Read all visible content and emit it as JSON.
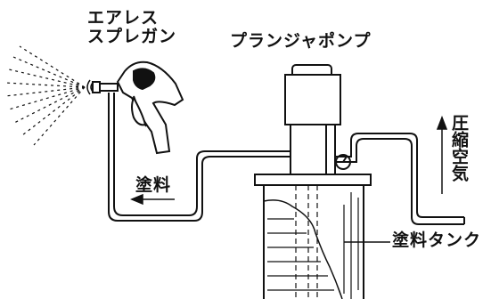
{
  "labels": {
    "spray_gun_line1": "エアレス",
    "spray_gun_line2": "スプレガン",
    "pump": "プランジャポンプ",
    "compressed_air": "圧縮空気",
    "paint_flow": "塗料",
    "paint_tank": "塗料タンク"
  },
  "colors": {
    "line": "#111111",
    "background": "#ffffff"
  }
}
